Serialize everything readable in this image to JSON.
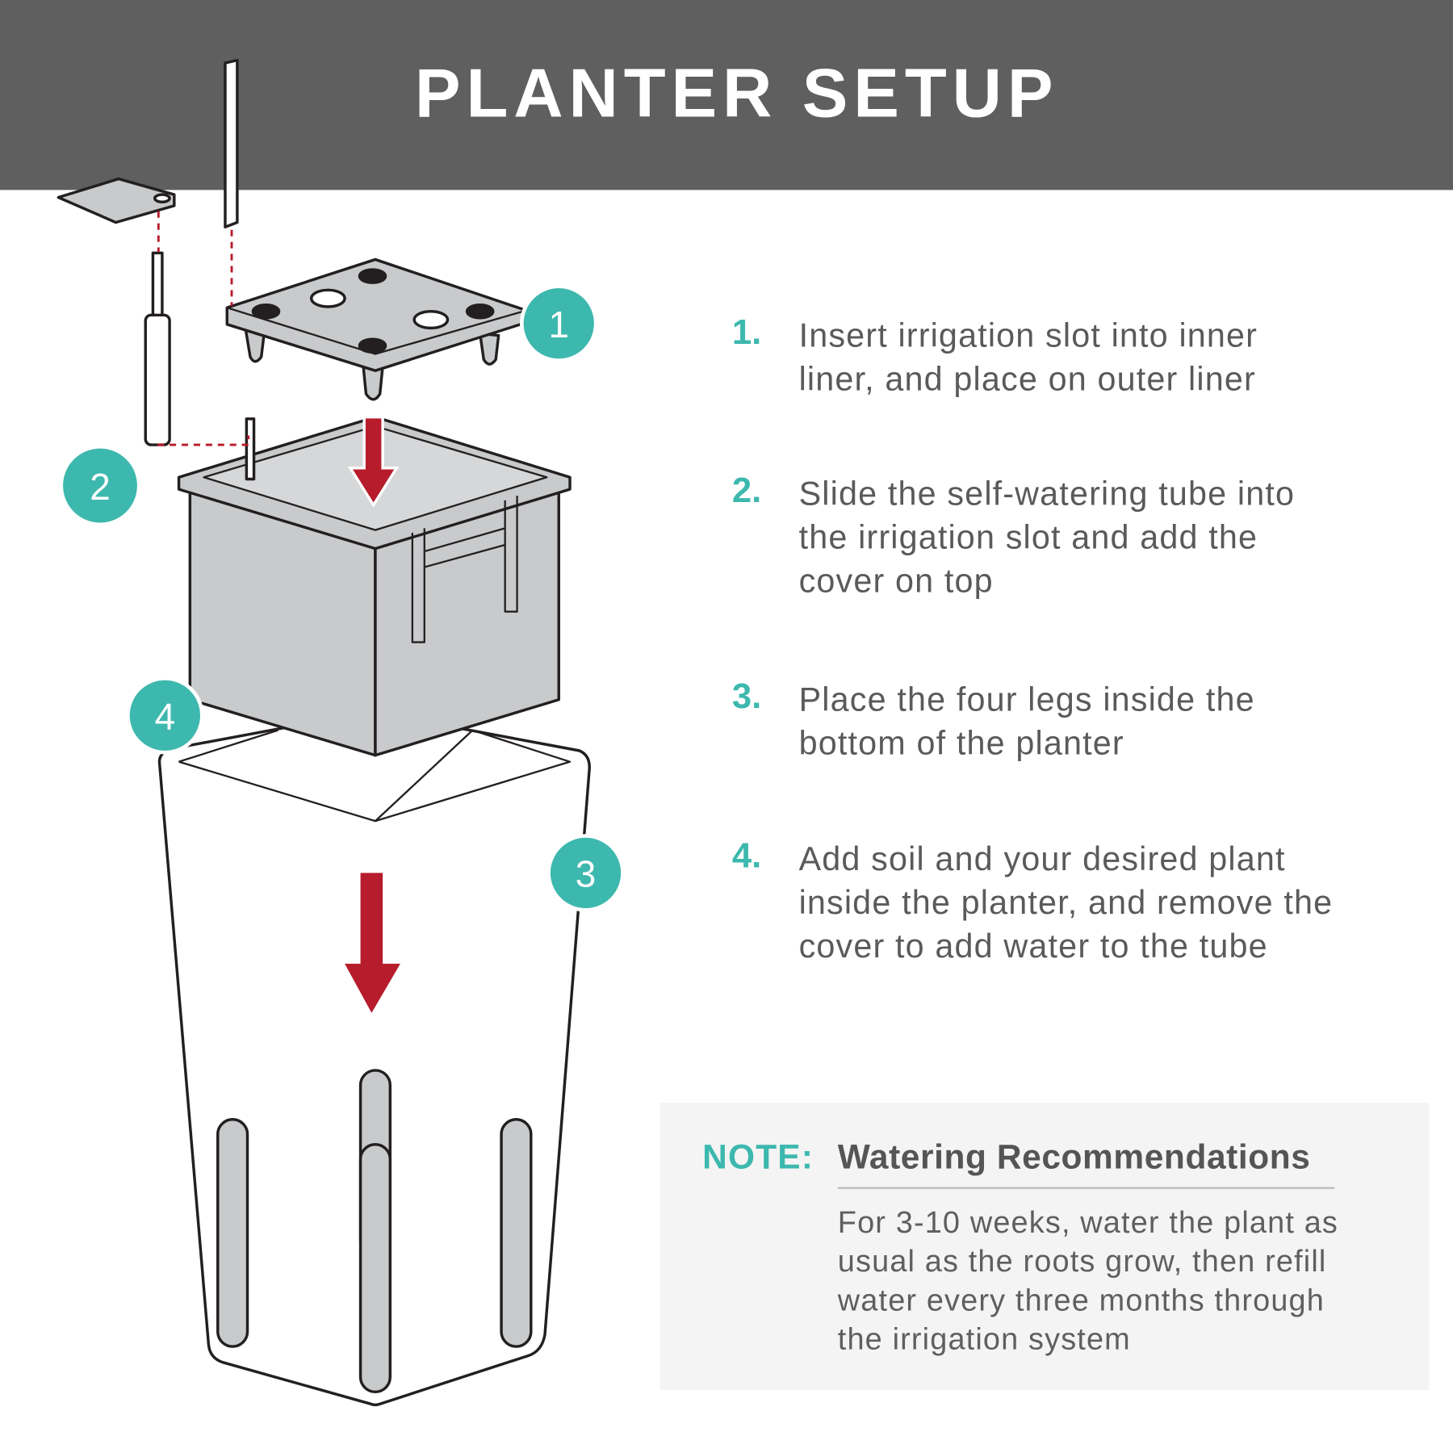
{
  "header": {
    "title": "PLANTER SETUP"
  },
  "steps": [
    {
      "number": "1.",
      "text": "Insert irrigation slot into inner\nliner, and place on outer liner"
    },
    {
      "number": "2.",
      "text": "Slide the self-watering tube into\nthe irrigation slot and add the\ncover on top"
    },
    {
      "number": "3.",
      "text": "Place the four legs inside the\nbottom of the planter"
    },
    {
      "number": "4.",
      "text": "Add soil and your desired plant\ninside the planter, and remove the\ncover to add water to the tube"
    }
  ],
  "note": {
    "label": "NOTE:",
    "title": "Watering Recommendations",
    "body": "For 3-10 weeks, water the plant as\nusual as the roots grow, then refill\nwater every three months through\nthe irrigation system"
  },
  "badges": [
    "1",
    "2",
    "3",
    "4"
  ],
  "colors": {
    "header": "#5f5f5f",
    "accent": "#3db8ae",
    "arrow": "#b71c2c",
    "part": "#c9cacc"
  }
}
